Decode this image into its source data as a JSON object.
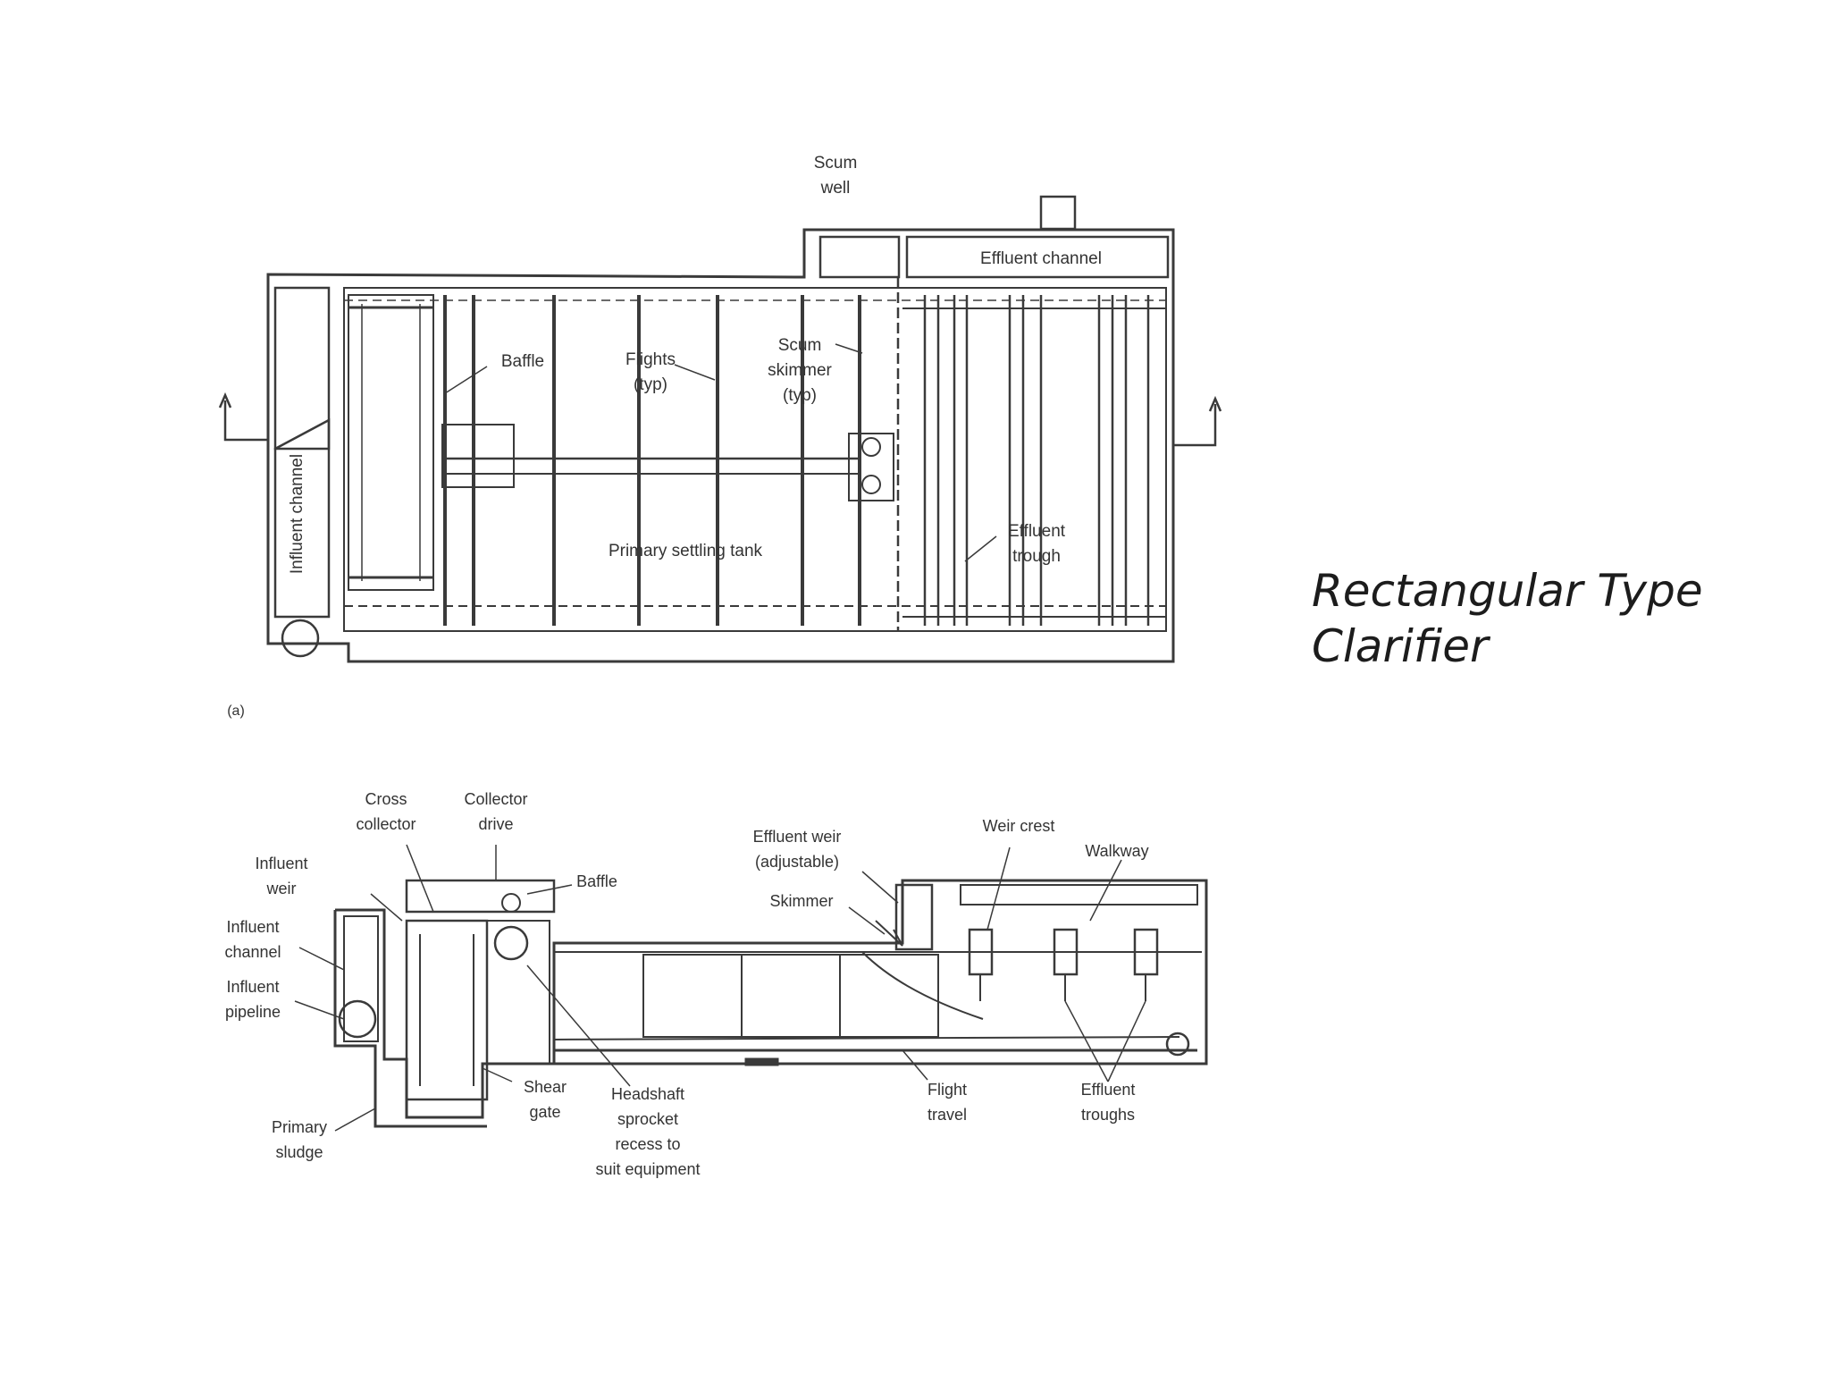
{
  "slide": {
    "title_line1": "Rectangular Type",
    "title_line2": "Clarifier"
  },
  "plan_view": {
    "panel_label": "(a)",
    "labels": {
      "scum_well_1": "Scum",
      "scum_well_2": "well",
      "effluent_channel": "Effluent channel",
      "influent_channel": "Influent channel",
      "baffle": "Baffle",
      "flights_1": "Flights",
      "flights_2": "(typ)",
      "scum_skimmer_1": "Scum",
      "scum_skimmer_2": "skimmer",
      "scum_skimmer_3": "(typ)",
      "primary_settling_tank": "Primary settling tank",
      "effluent_trough_1": "Effluent",
      "effluent_trough_2": "trough"
    }
  },
  "section_view": {
    "labels": {
      "cross_collector_1": "Cross",
      "cross_collector_2": "collector",
      "collector_drive_1": "Collector",
      "collector_drive_2": "drive",
      "baffle": "Baffle",
      "influent_weir_1": "Influent",
      "influent_weir_2": "weir",
      "influent_channel_1": "Influent",
      "influent_channel_2": "channel",
      "influent_pipeline_1": "Influent",
      "influent_pipeline_2": "pipeline",
      "primary_sludge_1": "Primary",
      "primary_sludge_2": "sludge",
      "shear_gate_1": "Shear",
      "shear_gate_2": "gate",
      "headshaft_1": "Headshaft",
      "headshaft_2": "sprocket",
      "headshaft_3": "recess to",
      "headshaft_4": "suit equipment",
      "effluent_weir_1": "Effluent weir",
      "effluent_weir_2": "(adjustable)",
      "skimmer": "Skimmer",
      "weir_crest": "Weir crest",
      "walkway": "Walkway",
      "flight_travel_1": "Flight",
      "flight_travel_2": "travel",
      "effluent_troughs_1": "Effluent",
      "effluent_troughs_2": "troughs"
    }
  }
}
